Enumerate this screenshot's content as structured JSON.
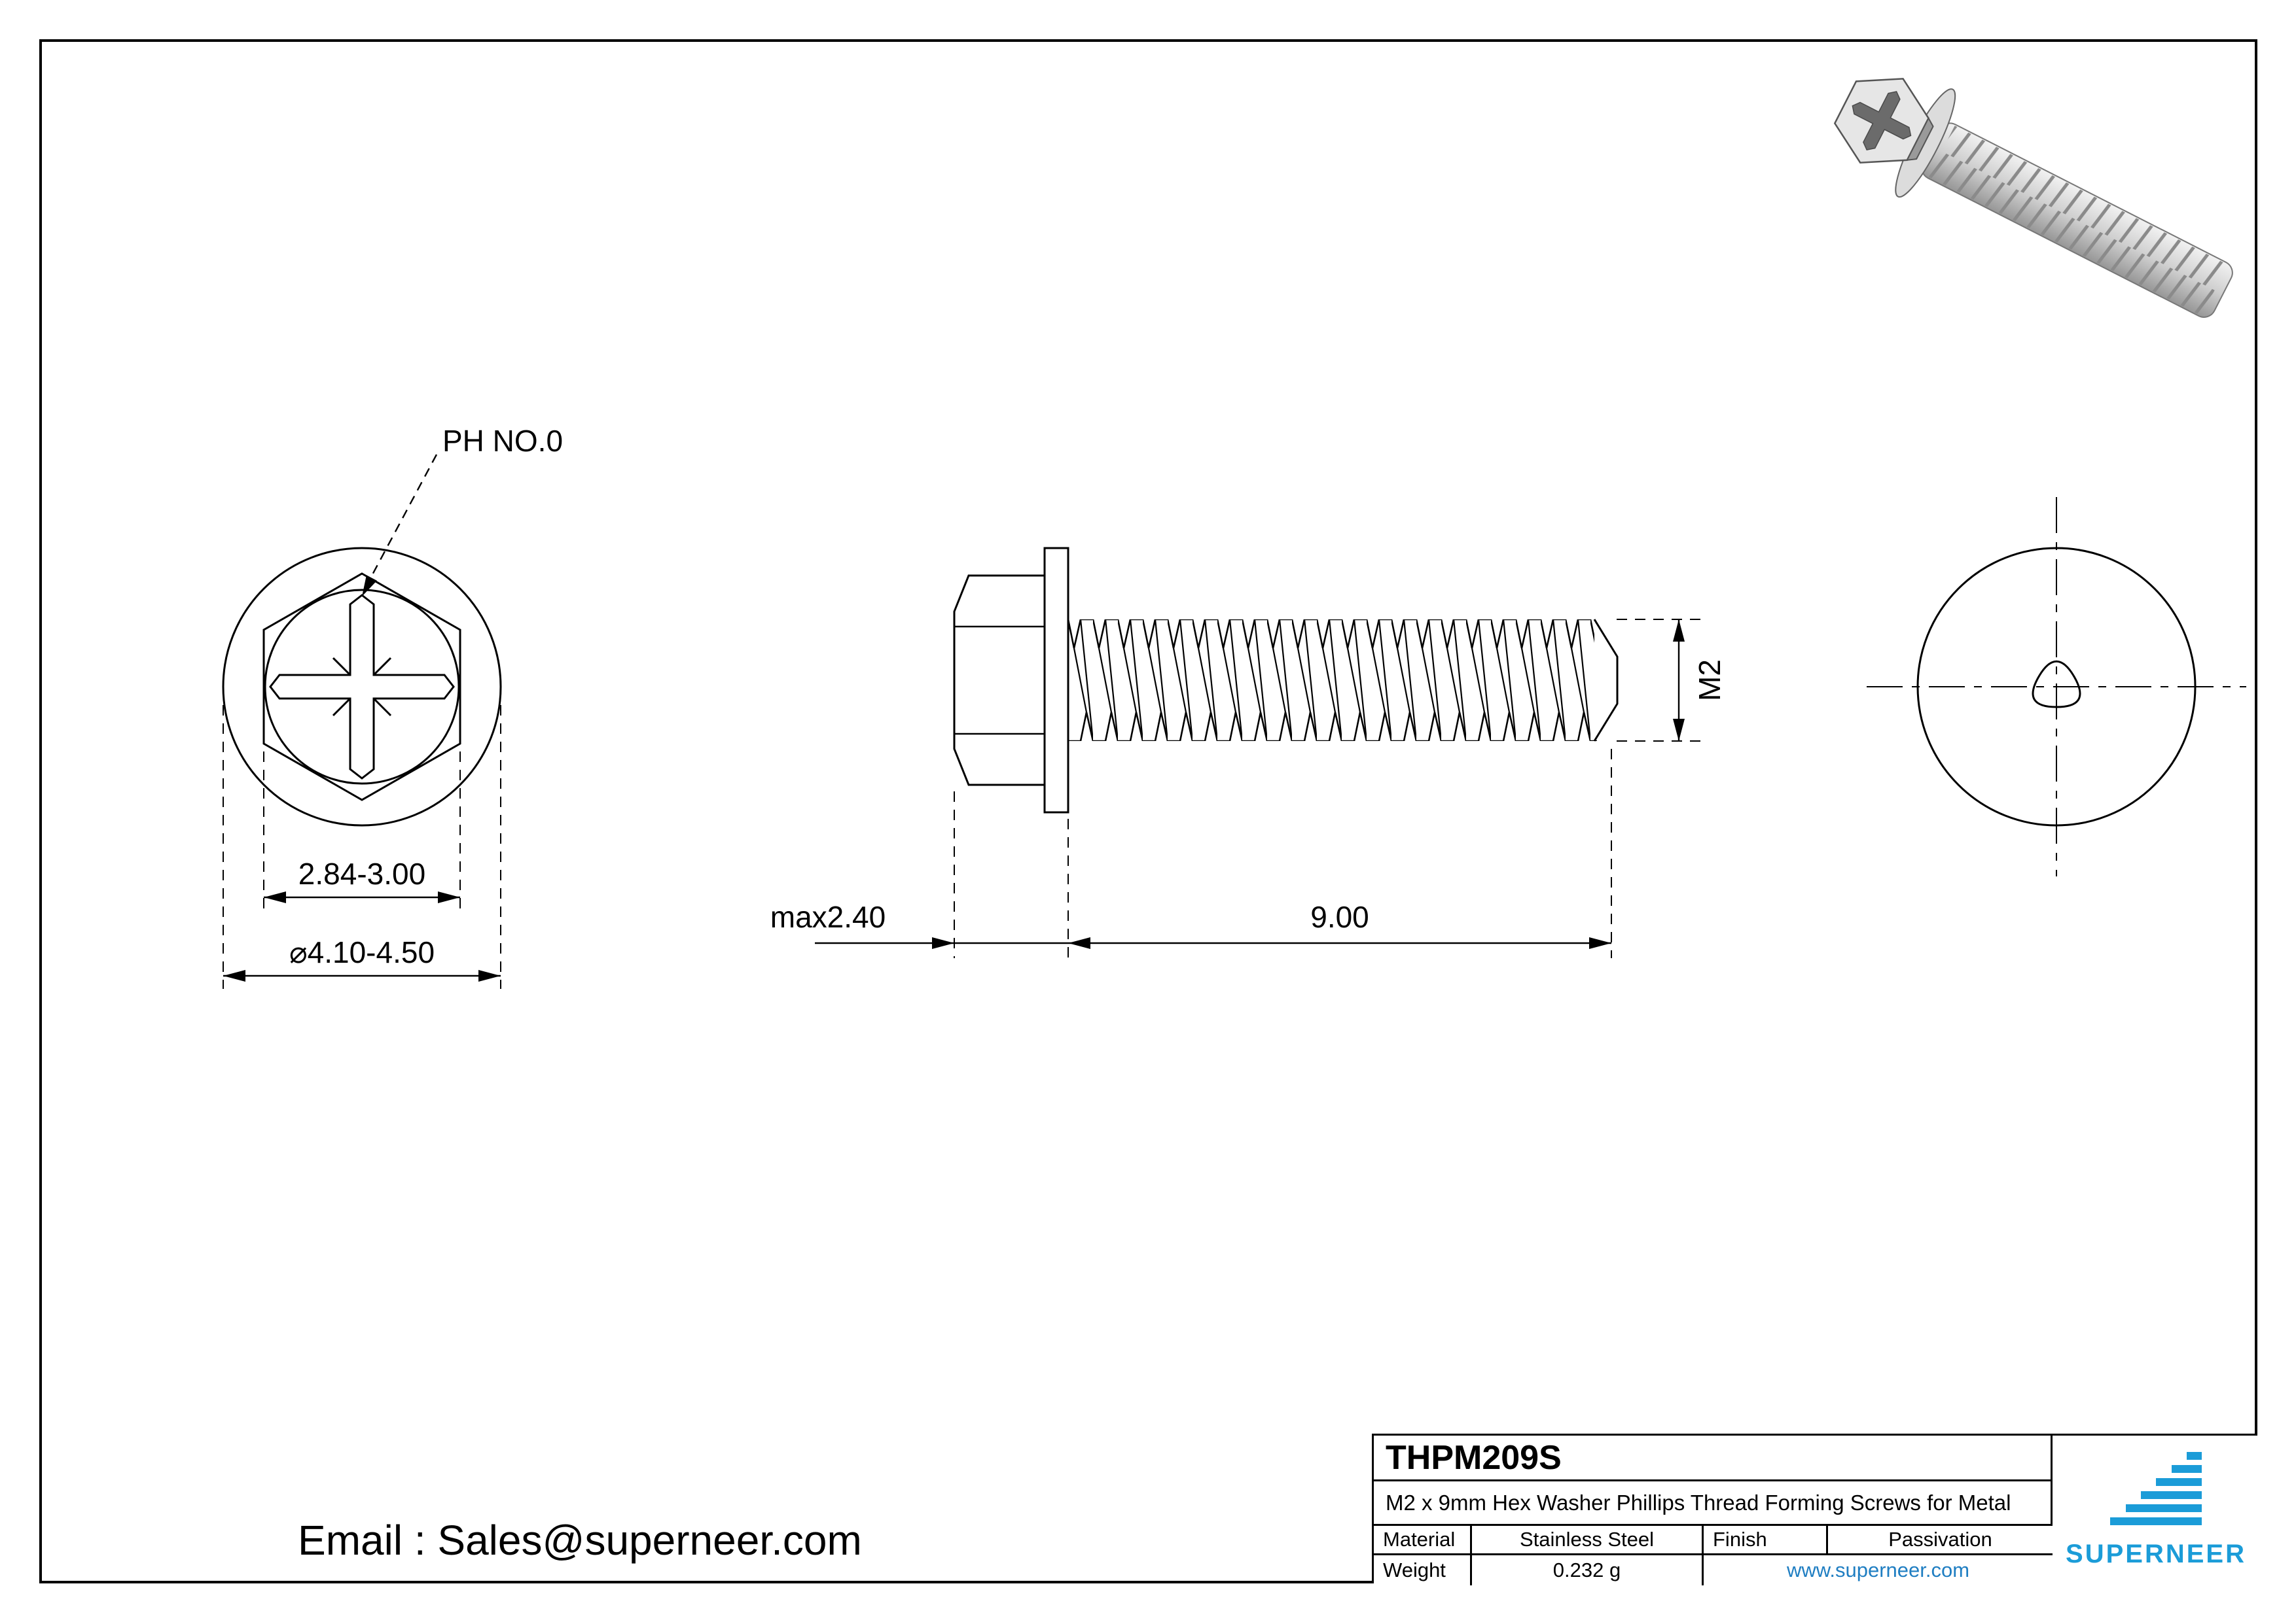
{
  "colors": {
    "accent_blue": "#1b9cd8",
    "link_blue": "#1f7ec2",
    "line": "#000000"
  },
  "front_view": {
    "ph_label": "PH NO.0",
    "across_flats": "2.84-3.00",
    "washer_dia": "⌀4.10-4.50"
  },
  "side_view": {
    "head_height": "max2.40",
    "thread_length": "9.00",
    "thread_size": "M2"
  },
  "contact_email": "Email : Sales@superneer.com",
  "title_block": {
    "part_number": "THPM209S",
    "description": "M2 x 9mm Hex Washer Phillips Thread Forming Screws for Metal",
    "material_label": "Material",
    "material_value": "Stainless Steel",
    "finish_label": "Finish",
    "finish_value": "Passivation",
    "weight_label": "Weight",
    "weight_value": "0.232 g",
    "website": "www.superneer.com",
    "brand": "SUPERNEER"
  }
}
